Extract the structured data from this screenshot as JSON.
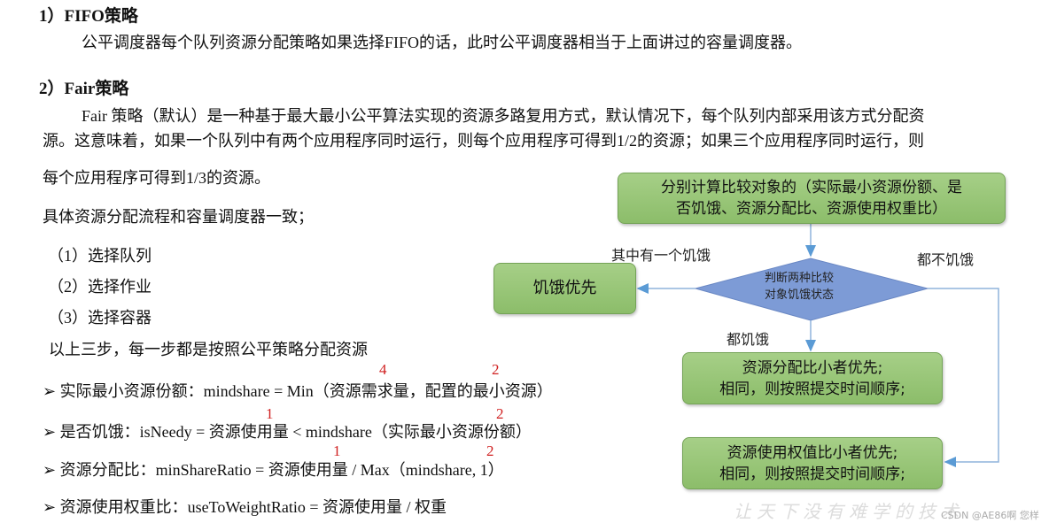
{
  "section1": {
    "heading": "1）FIFO策略",
    "text": "公平调度器每个队列资源分配策略如果选择FIFO的话，此时公平调度器相当于上面讲过的容量调度器。"
  },
  "section2": {
    "heading": "2）Fair策略",
    "para_lines": [
      "Fair 策略（默认）是一种基于最大最小公平算法实现的资源多路复用方式，默认情况下，每个队列内部采用该方式分配资",
      "源。这意味着，如果一个队列中有两个应用程序同时运行，则每个应用程序可得到1/2的资源；如果三个应用程序同时运行，则",
      "每个应用程序可得到1/3的资源。"
    ],
    "flow_intro": "具体资源分配流程和容量调度器一致；",
    "steps": [
      "（1）选择队列",
      "（2）选择作业",
      "（3）选择容器"
    ],
    "steps_note": "以上三步，每一步都是按照公平策略分配资源",
    "formulas": [
      {
        "text": "实际最小资源份额：mindshare = Min（资源需求量，配置的最小资源）",
        "notes": [
          "4",
          "2"
        ]
      },
      {
        "text": "是否饥饿：isNeedy = 资源使用量 < mindshare（实际最小资源份额）",
        "notes": [
          "1",
          "2"
        ]
      },
      {
        "text": "资源分配比：minShareRatio = 资源使用量 / Max（mindshare, 1）",
        "notes": [
          "1",
          "2"
        ]
      },
      {
        "text": "资源使用权重比：useToWeightRatio = 资源使用量 / 权重",
        "notes": []
      }
    ],
    "bullet_icon": "arrowhead-bullet-icon"
  },
  "flowchart": {
    "top_box": [
      "分别计算比较对象的（实际最小资源份额、是",
      "否饥饿、资源分配比、资源使用权重比）"
    ],
    "decision": [
      "判断两种比较",
      "对象饥饿状态"
    ],
    "left_box": "饥饿优先",
    "label_one_starving": "其中有一个饥饿",
    "label_none_starving": "都不饥饿",
    "label_both_starving": "都饥饿",
    "box_ratio": [
      "资源分配比小者优先;",
      "相同，则按照提交时间顺序;"
    ],
    "box_weight": [
      "资源使用权值比小者优先;",
      "相同，则按照提交时间顺序;"
    ],
    "box_color": "#8fbf6e",
    "decision_color": "#7d9bd6",
    "arrow_color": "#5b9bd5"
  },
  "watermark": "让天下没有难学的技术",
  "csdn_mark": "CSDN @AE86啊 您样"
}
